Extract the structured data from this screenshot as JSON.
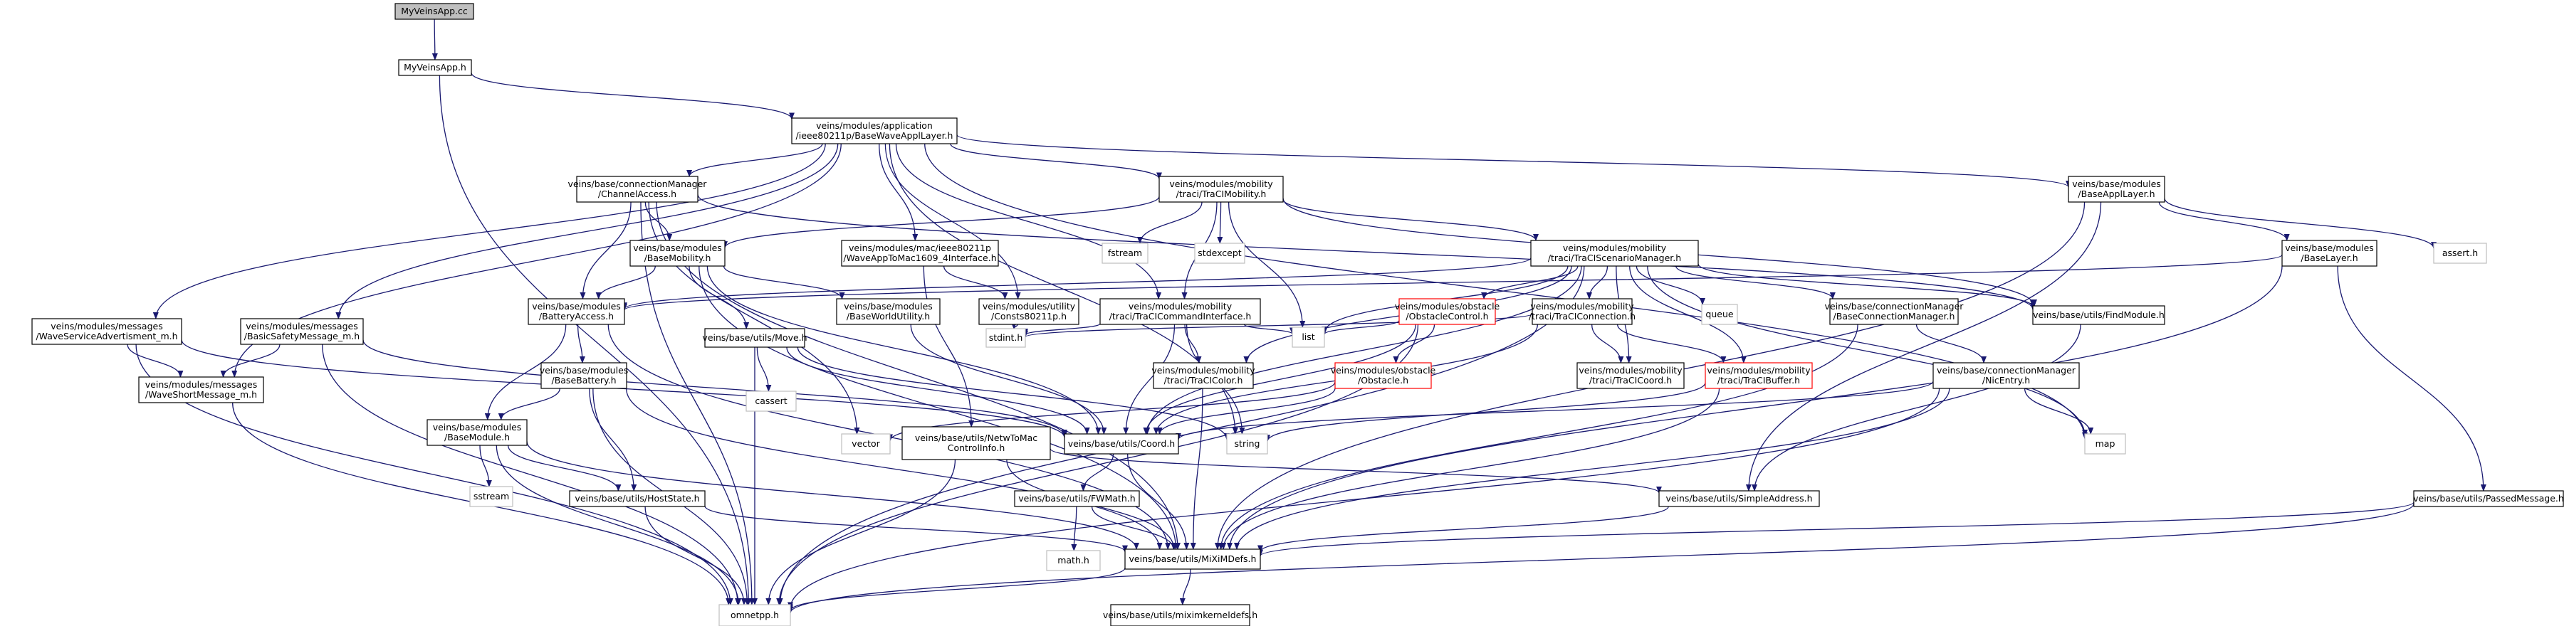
{
  "colors": {
    "edge": "#191970",
    "node_border_normal": "#000000",
    "node_border_missing": "#ff0000",
    "node_border_system": "#bfbfbf",
    "node_fill_root": "#bfbfbf",
    "node_fill": "#ffffff",
    "system_text": "#000000"
  },
  "nodes": [
    {
      "id": "myveinsapp_cc",
      "lines": [
        "MyVeinsApp.cc"
      ],
      "kind": "root"
    },
    {
      "id": "myveinsapp_h",
      "lines": [
        "MyVeinsApp.h"
      ],
      "kind": "normal"
    },
    {
      "id": "basewaveapplayer",
      "lines": [
        "veins/modules/application",
        "/ieee80211p/BaseWaveApplLayer.h"
      ],
      "kind": "normal"
    },
    {
      "id": "channelaccess",
      "lines": [
        "veins/base/connectionManager",
        "/ChannelAccess.h"
      ],
      "kind": "normal"
    },
    {
      "id": "tracimobility",
      "lines": [
        "veins/modules/mobility",
        "/traci/TraCIMobility.h"
      ],
      "kind": "normal"
    },
    {
      "id": "baseappllayer",
      "lines": [
        "veins/base/modules",
        "/BaseApplLayer.h"
      ],
      "kind": "normal"
    },
    {
      "id": "wsa",
      "lines": [
        "veins/modules/messages",
        "/WaveServiceAdvertisment_m.h"
      ],
      "kind": "normal"
    },
    {
      "id": "bsm",
      "lines": [
        "veins/modules/messages",
        "/BasicSafetyMessage_m.h"
      ],
      "kind": "normal"
    },
    {
      "id": "wsm",
      "lines": [
        "veins/modules/messages",
        "/WaveShortMessage_m.h"
      ],
      "kind": "normal"
    },
    {
      "id": "basemobility",
      "lines": [
        "veins/base/modules",
        "/BaseMobility.h"
      ],
      "kind": "normal"
    },
    {
      "id": "waveapptomac",
      "lines": [
        "veins/modules/mac/ieee80211p",
        "/WaveAppToMac1609_4Interface.h"
      ],
      "kind": "normal"
    },
    {
      "id": "consts80211p",
      "lines": [
        "veins/modules/utility",
        "/Consts80211p.h"
      ],
      "kind": "normal"
    },
    {
      "id": "fstream",
      "lines": [
        "fstream"
      ],
      "kind": "system"
    },
    {
      "id": "stdexcept",
      "lines": [
        "stdexcept"
      ],
      "kind": "system"
    },
    {
      "id": "scenariomanager",
      "lines": [
        "veins/modules/mobility",
        "/traci/TraCIScenarioManager.h"
      ],
      "kind": "normal"
    },
    {
      "id": "baselayer",
      "lines": [
        "veins/base/modules",
        "/BaseLayer.h"
      ],
      "kind": "normal"
    },
    {
      "id": "assert_h",
      "lines": [
        "assert.h"
      ],
      "kind": "system"
    },
    {
      "id": "batteryaccess",
      "lines": [
        "veins/base/modules",
        "/BatteryAccess.h"
      ],
      "kind": "normal"
    },
    {
      "id": "baseworldutility",
      "lines": [
        "veins/base/modules",
        "/BaseWorldUtility.h"
      ],
      "kind": "normal"
    },
    {
      "id": "commandinterface",
      "lines": [
        "veins/modules/mobility",
        "/traci/TraCICommandInterface.h"
      ],
      "kind": "normal"
    },
    {
      "id": "obstaclecontrol",
      "lines": [
        "veins/modules/obstacle",
        "/ObstacleControl.h"
      ],
      "kind": "missing"
    },
    {
      "id": "queue",
      "lines": [
        "queue"
      ],
      "kind": "system"
    },
    {
      "id": "traciconnection",
      "lines": [
        "veins/modules/mobility",
        "/traci/TraCIConnection.h"
      ],
      "kind": "normal"
    },
    {
      "id": "baseconnectionmanager",
      "lines": [
        "veins/base/connectionManager",
        "/BaseConnectionManager.h"
      ],
      "kind": "normal"
    },
    {
      "id": "findmodule",
      "lines": [
        "veins/base/utils/FindModule.h"
      ],
      "kind": "normal"
    },
    {
      "id": "basebattery",
      "lines": [
        "veins/base/modules",
        "/BaseBattery.h"
      ],
      "kind": "normal"
    },
    {
      "id": "move",
      "lines": [
        "veins/base/utils/Move.h"
      ],
      "kind": "normal"
    },
    {
      "id": "obstacle",
      "lines": [
        "veins/modules/obstacle",
        "/Obstacle.h"
      ],
      "kind": "missing"
    },
    {
      "id": "stdint",
      "lines": [
        "stdint.h"
      ],
      "kind": "system"
    },
    {
      "id": "list",
      "lines": [
        "list"
      ],
      "kind": "system"
    },
    {
      "id": "tracicolor",
      "lines": [
        "veins/modules/mobility",
        "/traci/TraCIColor.h"
      ],
      "kind": "normal"
    },
    {
      "id": "tracicoord",
      "lines": [
        "veins/modules/mobility",
        "/traci/TraCICoord.h"
      ],
      "kind": "normal"
    },
    {
      "id": "tracibuffer",
      "lines": [
        "veins/modules/mobility",
        "/traci/TraCIBuffer.h"
      ],
      "kind": "missing"
    },
    {
      "id": "nicentry",
      "lines": [
        "veins/base/connectionManager",
        "/NicEntry.h"
      ],
      "kind": "normal"
    },
    {
      "id": "basemodule",
      "lines": [
        "veins/base/modules",
        "/BaseModule.h"
      ],
      "kind": "normal"
    },
    {
      "id": "cassert",
      "lines": [
        "cassert"
      ],
      "kind": "system"
    },
    {
      "id": "vector",
      "lines": [
        "vector"
      ],
      "kind": "system"
    },
    {
      "id": "coord",
      "lines": [
        "veins/base/utils/Coord.h"
      ],
      "kind": "normal"
    },
    {
      "id": "string",
      "lines": [
        "string"
      ],
      "kind": "system"
    },
    {
      "id": "nettomac",
      "lines": [
        "veins/base/utils/NetwToMac",
        "ControlInfo.h"
      ],
      "kind": "normal"
    },
    {
      "id": "map",
      "lines": [
        "map"
      ],
      "kind": "system"
    },
    {
      "id": "sstream",
      "lines": [
        "sstream"
      ],
      "kind": "system"
    },
    {
      "id": "hoststate",
      "lines": [
        "veins/base/utils/HostState.h"
      ],
      "kind": "normal"
    },
    {
      "id": "fwmath",
      "lines": [
        "veins/base/utils/FWMath.h"
      ],
      "kind": "normal"
    },
    {
      "id": "simpleaddress",
      "lines": [
        "veins/base/utils/SimpleAddress.h"
      ],
      "kind": "normal"
    },
    {
      "id": "passedmessage",
      "lines": [
        "veins/base/utils/PassedMessage.h"
      ],
      "kind": "normal"
    },
    {
      "id": "mathh",
      "lines": [
        "math.h"
      ],
      "kind": "system"
    },
    {
      "id": "miximdefs",
      "lines": [
        "veins/base/utils/MiXiMDefs.h"
      ],
      "kind": "normal"
    },
    {
      "id": "omnetpp",
      "lines": [
        "omnetpp.h"
      ],
      "kind": "system"
    },
    {
      "id": "miximkerneldefs",
      "lines": [
        "veins/base/utils/miximkerneldefs.h"
      ],
      "kind": "normal"
    }
  ],
  "edges": [
    [
      "myveinsapp_cc",
      "myveinsapp_h"
    ],
    [
      "myveinsapp_h",
      "basewaveapplayer"
    ],
    [
      "myveinsapp_h",
      "omnetpp"
    ],
    [
      "basewaveapplayer",
      "channelaccess"
    ],
    [
      "basewaveapplayer",
      "tracimobility"
    ],
    [
      "basewaveapplayer",
      "baseappllayer"
    ],
    [
      "basewaveapplayer",
      "wsa"
    ],
    [
      "basewaveapplayer",
      "bsm"
    ],
    [
      "basewaveapplayer",
      "wsm"
    ],
    [
      "basewaveapplayer",
      "waveapptomac"
    ],
    [
      "basewaveapplayer",
      "consts80211p"
    ],
    [
      "basewaveapplayer",
      "commandinterface"
    ],
    [
      "basewaveapplayer",
      "string"
    ],
    [
      "basewaveapplayer",
      "map"
    ],
    [
      "channelaccess",
      "basemobility"
    ],
    [
      "channelaccess",
      "batteryaccess"
    ],
    [
      "channelaccess",
      "findmodule"
    ],
    [
      "channelaccess",
      "vector"
    ],
    [
      "channelaccess",
      "miximdefs"
    ],
    [
      "channelaccess",
      "omnetpp"
    ],
    [
      "tracimobility",
      "basemobility"
    ],
    [
      "tracimobility",
      "scenariomanager"
    ],
    [
      "tracimobility",
      "commandinterface"
    ],
    [
      "tracimobility",
      "fstream"
    ],
    [
      "tracimobility",
      "stdexcept"
    ],
    [
      "tracimobility",
      "list"
    ],
    [
      "tracimobility",
      "findmodule"
    ],
    [
      "baseappllayer",
      "baselayer"
    ],
    [
      "baseappllayer",
      "assert_h"
    ],
    [
      "baseappllayer",
      "simpleaddress"
    ],
    [
      "baseappllayer",
      "miximdefs"
    ],
    [
      "wsa",
      "wsm"
    ],
    [
      "wsa",
      "coord"
    ],
    [
      "wsa",
      "omnetpp"
    ],
    [
      "bsm",
      "wsm"
    ],
    [
      "bsm",
      "coord"
    ],
    [
      "bsm",
      "omnetpp"
    ],
    [
      "wsm",
      "omnetpp"
    ],
    [
      "basemobility",
      "batteryaccess"
    ],
    [
      "basemobility",
      "baseworldutility"
    ],
    [
      "basemobility",
      "move"
    ],
    [
      "basemobility",
      "coord"
    ],
    [
      "basemobility",
      "miximdefs"
    ],
    [
      "waveapptomac",
      "consts80211p"
    ],
    [
      "waveapptomac",
      "nettomac"
    ],
    [
      "consts80211p",
      "stdint"
    ],
    [
      "scenariomanager",
      "obstaclecontrol"
    ],
    [
      "scenariomanager",
      "queue"
    ],
    [
      "scenariomanager",
      "traciconnection"
    ],
    [
      "scenariomanager",
      "baseconnectionmanager"
    ],
    [
      "scenariomanager",
      "findmodule"
    ],
    [
      "scenariomanager",
      "batteryaccess"
    ],
    [
      "scenariomanager",
      "tracicolor"
    ],
    [
      "scenariomanager",
      "tracicoord"
    ],
    [
      "scenariomanager",
      "tracibuffer"
    ],
    [
      "scenariomanager",
      "coord"
    ],
    [
      "scenariomanager",
      "list"
    ],
    [
      "scenariomanager",
      "map"
    ],
    [
      "scenariomanager",
      "omnetpp"
    ],
    [
      "baselayer",
      "batteryaccess"
    ],
    [
      "baselayer",
      "passedmessage"
    ],
    [
      "baselayer",
      "miximdefs"
    ],
    [
      "batteryaccess",
      "basebattery"
    ],
    [
      "batteryaccess",
      "basemodule"
    ],
    [
      "batteryaccess",
      "miximdefs"
    ],
    [
      "baseworldutility",
      "coord"
    ],
    [
      "commandinterface",
      "tracicolor"
    ],
    [
      "commandinterface",
      "coord"
    ],
    [
      "commandinterface",
      "stdint"
    ],
    [
      "commandinterface",
      "list"
    ],
    [
      "commandinterface",
      "string"
    ],
    [
      "obstaclecontrol",
      "obstacle"
    ],
    [
      "obstaclecontrol",
      "list"
    ],
    [
      "obstaclecontrol",
      "coord"
    ],
    [
      "obstaclecontrol",
      "omnetpp"
    ],
    [
      "traciconnection",
      "tracicoord"
    ],
    [
      "traciconnection",
      "tracibuffer"
    ],
    [
      "traciconnection",
      "coord"
    ],
    [
      "traciconnection",
      "stdint"
    ],
    [
      "baseconnectionmanager",
      "nicentry"
    ],
    [
      "baseconnectionmanager",
      "miximdefs"
    ],
    [
      "findmodule",
      "simpleaddress"
    ],
    [
      "basebattery",
      "basemodule"
    ],
    [
      "basebattery",
      "hoststate"
    ],
    [
      "basebattery",
      "miximdefs"
    ],
    [
      "basebattery",
      "omnetpp"
    ],
    [
      "move",
      "coord"
    ],
    [
      "move",
      "cassert"
    ],
    [
      "move",
      "omnetpp"
    ],
    [
      "move",
      "string"
    ],
    [
      "obstacle",
      "coord"
    ],
    [
      "obstacle",
      "vector"
    ],
    [
      "tracicolor",
      "miximdefs"
    ],
    [
      "tracibuffer",
      "string"
    ],
    [
      "tracibuffer",
      "miximdefs"
    ],
    [
      "nicentry",
      "coord"
    ],
    [
      "nicentry",
      "map"
    ],
    [
      "nicentry",
      "omnetpp"
    ],
    [
      "nicentry",
      "miximdefs"
    ],
    [
      "basemodule",
      "hoststate"
    ],
    [
      "basemodule",
      "sstream"
    ],
    [
      "basemodule",
      "miximdefs"
    ],
    [
      "basemodule",
      "omnetpp"
    ],
    [
      "coord",
      "fwmath"
    ],
    [
      "coord",
      "miximdefs"
    ],
    [
      "nettomac",
      "simpleaddress"
    ],
    [
      "nettomac",
      "miximdefs"
    ],
    [
      "nettomac",
      "omnetpp"
    ],
    [
      "hoststate",
      "miximdefs"
    ],
    [
      "hoststate",
      "omnetpp"
    ],
    [
      "fwmath",
      "mathh"
    ],
    [
      "fwmath",
      "miximdefs"
    ],
    [
      "simpleaddress",
      "miximdefs"
    ],
    [
      "passedmessage",
      "miximdefs"
    ],
    [
      "passedmessage",
      "omnetpp"
    ],
    [
      "miximdefs",
      "omnetpp"
    ],
    [
      "miximdefs",
      "miximkerneldefs"
    ]
  ]
}
